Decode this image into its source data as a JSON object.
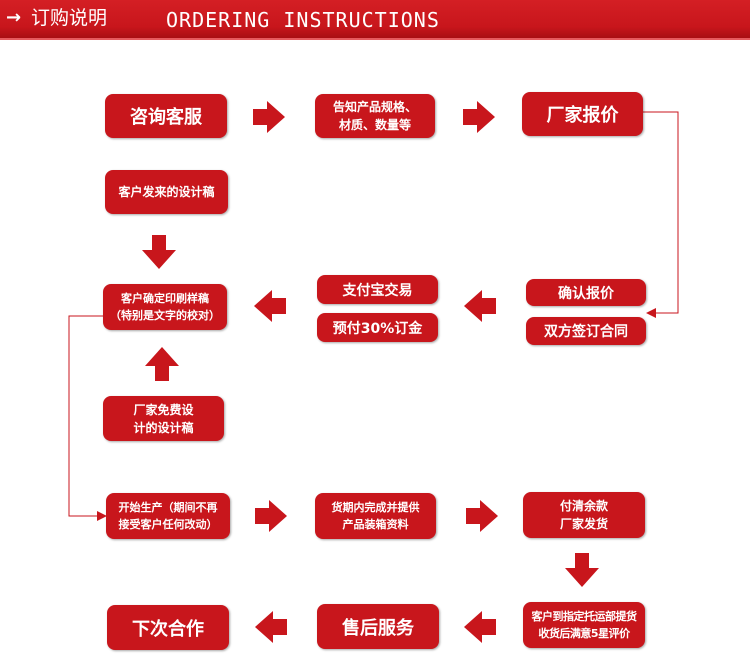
{
  "header": {
    "arrow": "→",
    "title_cn": "订购说明",
    "title_en": "ORDERING INSTRUCTIONS"
  },
  "colors": {
    "accent": "#c8161c",
    "background": "#ffffff"
  },
  "steps": {
    "consult": "咨询客服",
    "inform_line1": "告知产品规格、",
    "inform_line2": "材质、数量等",
    "quote": "厂家报价",
    "customer_design": "客户发来的设计稿",
    "confirm_quote": "确认报价",
    "sign_contract": "双方签订合同",
    "alipay": "支付宝交易",
    "deposit": "预付30%订金",
    "confirm_sample_line1": "客户确定印刷样稿",
    "confirm_sample_line2": "（特别是文字的校对）",
    "free_design_line1": "厂家免费设",
    "free_design_line2": "计的设计稿",
    "production_line1": "开始生产（期间不再",
    "production_line2": "接受客户任何改动）",
    "packing_line1": "货期内完成并提供",
    "packing_line2": "产品装箱资料",
    "balance_line1": "付清余款",
    "balance_line2": "厂家发货",
    "receipt_line1": "客户到指定托运部提货",
    "receipt_line2": "收货后满意5星评价",
    "after_sales": "售后服务",
    "next_order": "下次合作"
  }
}
